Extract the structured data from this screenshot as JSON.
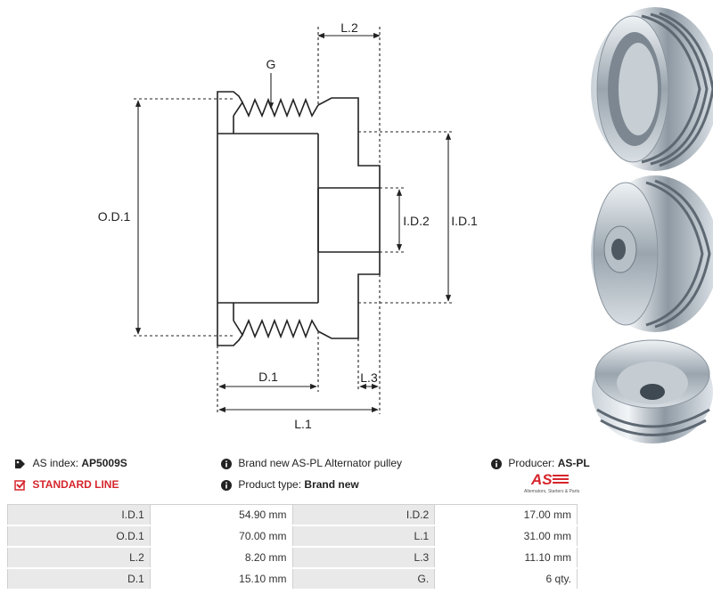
{
  "drawing": {
    "labels": {
      "l2": "L.2",
      "g": "G",
      "od1": "O.D.1",
      "id2": "I.D.2",
      "id1": "I.D.1",
      "d1": "D.1",
      "l3": "L.3",
      "l1": "L.1"
    }
  },
  "info": {
    "index_label": "AS index:",
    "index_value": "AP5009S",
    "line_label": "STANDARD LINE",
    "description": "Brand new AS-PL Alternator pulley",
    "type_label": "Product type:",
    "type_value": "Brand new",
    "producer_label": "Producer:",
    "producer_value": "AS-PL",
    "logo_text": "AS",
    "logo_tagline": "Alternators, Starters & Parts"
  },
  "specs": [
    {
      "l1": "I.D.1",
      "v1": "54.90 mm",
      "l2": "I.D.2",
      "v2": "17.00 mm"
    },
    {
      "l1": "O.D.1",
      "v1": "70.00 mm",
      "l2": "L.1",
      "v2": "31.00 mm"
    },
    {
      "l1": "L.2",
      "v1": "8.20 mm",
      "l2": "L.3",
      "v2": "11.10 mm"
    },
    {
      "l1": "D.1",
      "v1": "15.10 mm",
      "l2": "G.",
      "v2": "6 qty."
    }
  ],
  "colors": {
    "accent_red": "#d6262d",
    "label_bg": "#e9e9e9"
  }
}
